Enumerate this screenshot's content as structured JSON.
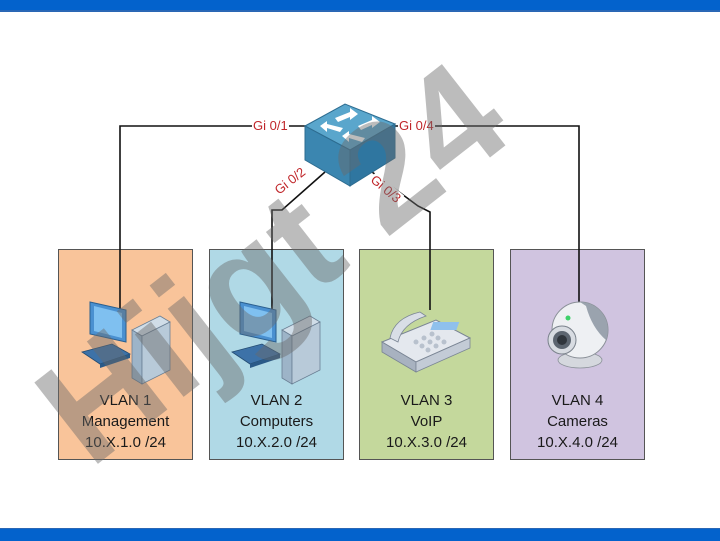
{
  "diagram": {
    "switch": {
      "name": "switch",
      "icon": "switch-icon"
    },
    "ports": [
      {
        "label": "Gi 0/1",
        "connects_to": "VLAN 1"
      },
      {
        "label": "Gi 0/2",
        "connects_to": "VLAN 2"
      },
      {
        "label": "Gi 0/3",
        "connects_to": "VLAN 3"
      },
      {
        "label": "Gi 0/4",
        "connects_to": "VLAN 4"
      }
    ],
    "vlans": [
      {
        "title": "VLAN 1",
        "name": "Management",
        "subnet": "10.X.1.0 /24",
        "device": "computer-icon",
        "color": "#f9c49a"
      },
      {
        "title": "VLAN 2",
        "name": "Computers",
        "subnet": "10.X.2.0 /24",
        "device": "computer-icon",
        "color": "#b0d9e6"
      },
      {
        "title": "VLAN 3",
        "name": "VoIP",
        "subnet": "10.X.3.0 /24",
        "device": "ip-phone-icon",
        "color": "#c4d89c"
      },
      {
        "title": "VLAN 4",
        "name": "Cameras",
        "subnet": "10.X.4.0 /24",
        "device": "webcam-icon",
        "color": "#d0c4e0"
      }
    ],
    "colors": {
      "frame_bar": "#0362cc",
      "port_label": "#c0262a",
      "switch": "#3e89b3"
    }
  },
  "watermark": {
    "text": "Hijgt 24"
  }
}
